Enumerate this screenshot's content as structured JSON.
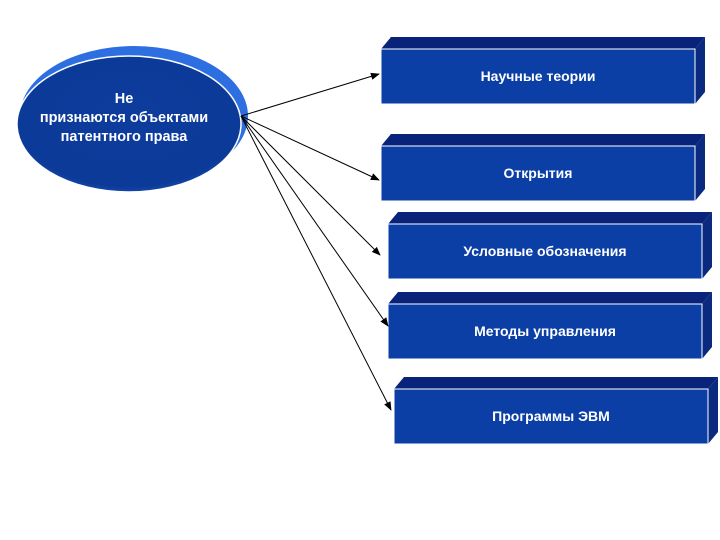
{
  "source": {
    "lines": [
      "Не",
      "признаются объектами",
      "патентного права"
    ]
  },
  "targets": [
    {
      "label": "Научные теории"
    },
    {
      "label": "Открытия"
    },
    {
      "label": "Условные обозначения"
    },
    {
      "label": "Методы управления"
    },
    {
      "label": "Программы ЭВМ"
    }
  ],
  "colors": {
    "box_front": "#0b3fa6",
    "box_top": "#0a237a",
    "box_side": "#0a2a80",
    "box_border": "#ffffff",
    "ellipse_fill": "#0d3c9e",
    "ellipse_rim": "#2d6fe0",
    "arrow": "#000000",
    "text": "#ffffff"
  }
}
